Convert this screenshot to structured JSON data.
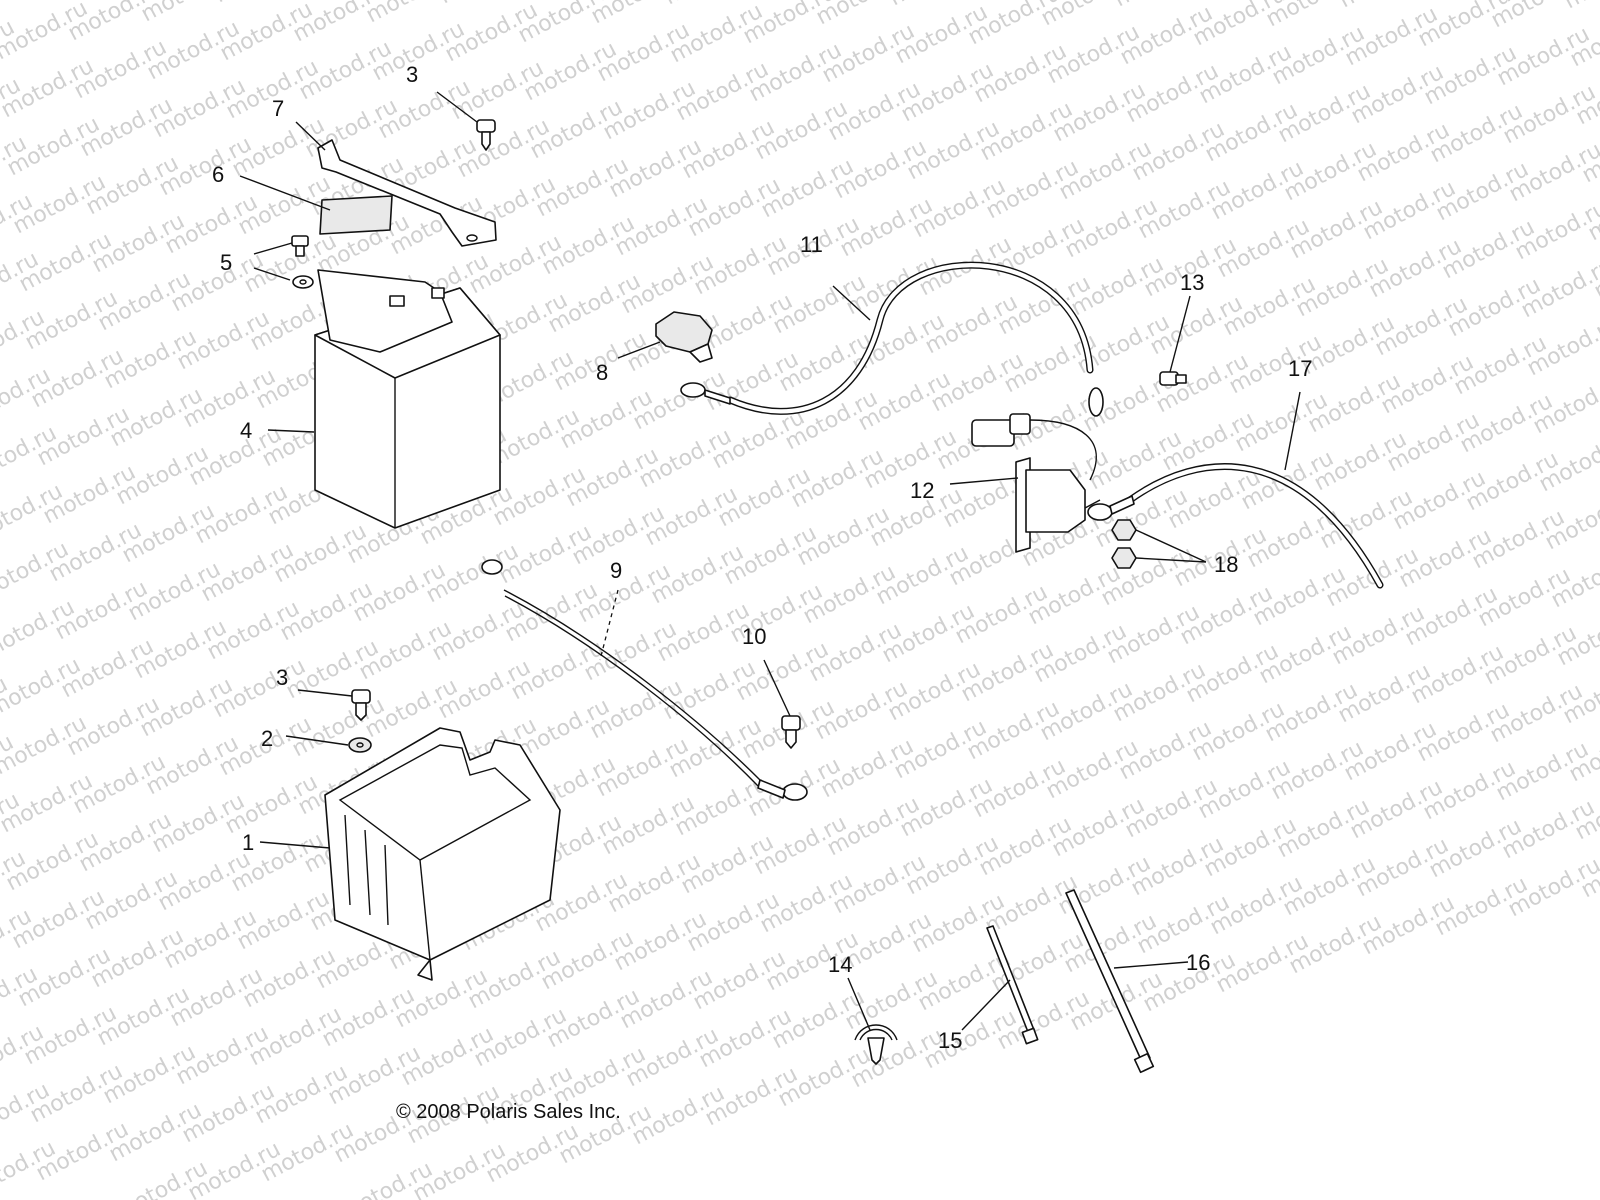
{
  "watermark": "motod.ru",
  "copyright": "© 2008 Polaris Sales Inc.",
  "callouts": {
    "c1": "1",
    "c2": "2",
    "c3a": "3",
    "c3b": "3",
    "c4": "4",
    "c5": "5",
    "c6": "6",
    "c7": "7",
    "c8": "8",
    "c9": "9",
    "c10": "10",
    "c11": "11",
    "c12": "12",
    "c13": "13",
    "c14": "14",
    "c15": "15",
    "c16": "16",
    "c17": "17",
    "c18": "18"
  }
}
